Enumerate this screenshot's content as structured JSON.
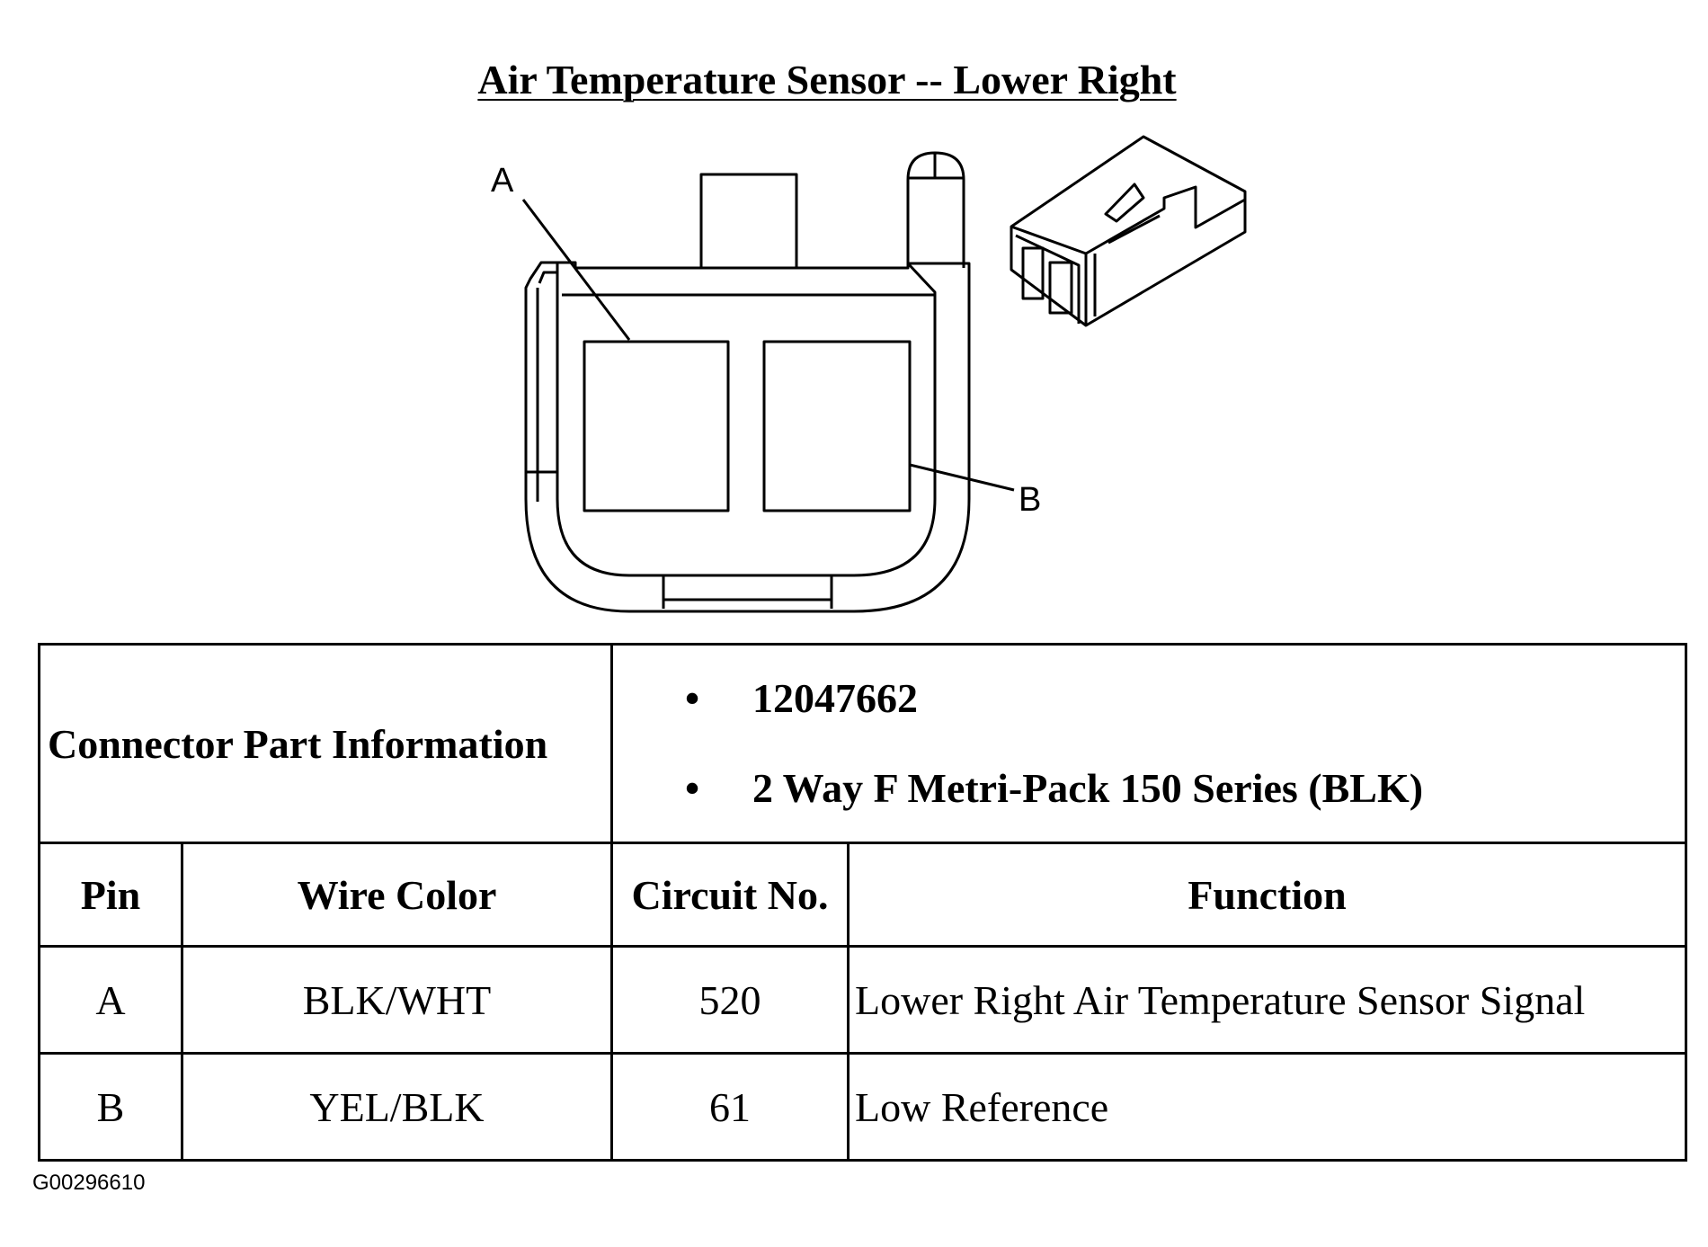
{
  "title": "Air Temperature Sensor -- Lower Right",
  "diagram": {
    "callout_a": "A",
    "callout_b": "B"
  },
  "connector_info": {
    "label": "Connector Part Information",
    "items": [
      "12047662",
      "2 Way F Metri-Pack 150 Series (BLK)"
    ]
  },
  "pin_table": {
    "headers": {
      "pin": "Pin",
      "wire_color": "Wire Color",
      "circuit_no": "Circuit No.",
      "function": "Function"
    },
    "rows": [
      {
        "pin": "A",
        "wire_color": "BLK/WHT",
        "circuit_no": "520",
        "function": "Lower Right Air Temperature Sensor Signal"
      },
      {
        "pin": "B",
        "wire_color": "YEL/BLK",
        "circuit_no": "61",
        "function": "Low Reference"
      }
    ]
  },
  "figure_id": "G00296610"
}
